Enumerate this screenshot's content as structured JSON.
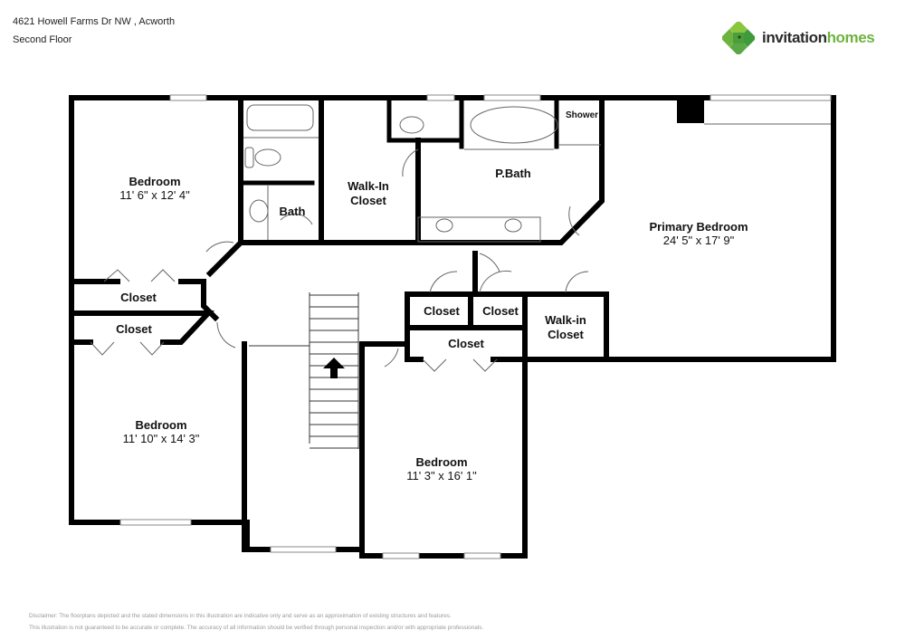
{
  "header": {
    "address": "4621 Howell Farms Dr NW , Acworth",
    "floor": "Second Floor"
  },
  "logo": {
    "icon": "clover-logo-icon",
    "word1": "invitation",
    "word2": "homes",
    "colors": {
      "dark": "#2b2b2b",
      "green": "#6fb33f",
      "green_dark": "#3f9a3a",
      "green_light": "#8cc63f"
    }
  },
  "rooms": {
    "bedroom_nw": {
      "name": "Bedroom",
      "dims": "11' 6\" x 12' 4\""
    },
    "bath": {
      "name": "Bath"
    },
    "walk_in_closet_top": {
      "name1": "Walk-In",
      "name2": "Closet"
    },
    "p_bath": {
      "name": "P.Bath"
    },
    "shower": {
      "name": "Shower"
    },
    "primary_bedroom": {
      "name": "Primary Bedroom",
      "dims": "24' 5\" x 17' 9\""
    },
    "closet_left_1": {
      "name": "Closet"
    },
    "closet_left_2": {
      "name": "Closet"
    },
    "bedroom_sw": {
      "name": "Bedroom",
      "dims": "11' 10\" x 14' 3\""
    },
    "closet_mid_1": {
      "name": "Closet"
    },
    "closet_mid_2": {
      "name": "Closet"
    },
    "closet_mid_3": {
      "name": "Closet"
    },
    "walk_in_closet_mid": {
      "name1": "Walk-in",
      "name2": "Closet"
    },
    "bedroom_s": {
      "name": "Bedroom",
      "dims": "11' 3\" x 16' 1\""
    }
  },
  "disclaimer": {
    "line1": "Disclaimer: The floorplans depicted and the stated dimensions in this illustration are indicative only and serve as an approximation of existing structures and features.",
    "line2": "This illustration is not guaranteed to be accurate or complete. The accuracy of all information should be verified through personal inspection and/or with appropriate professionals."
  }
}
